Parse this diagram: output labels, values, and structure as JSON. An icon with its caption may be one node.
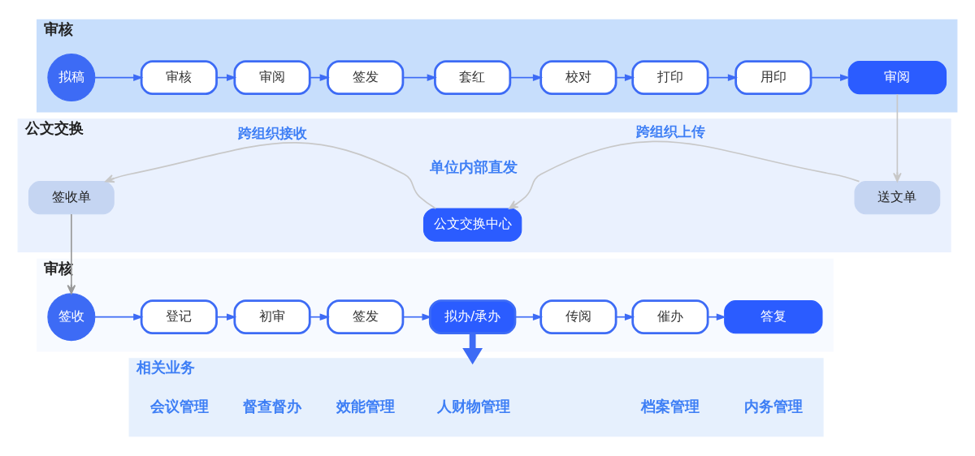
{
  "diagram": {
    "nodes": [
      {
        "text": [
          "审核"
        ]
      },
      {
        "text": [
          "拟稿"
        ],
        "in": 0
      },
      {
        "text": [
          "审核"
        ],
        "in": 0
      },
      {
        "text": [
          "审阅"
        ],
        "in": 0
      },
      {
        "text": [
          "签发"
        ],
        "in": 0
      },
      {
        "text": [
          "套红"
        ],
        "in": 0
      },
      {
        "text": [
          "校对"
        ],
        "in": 0
      },
      {
        "text": [
          "打印"
        ],
        "in": 0
      },
      {
        "text": [
          "用印"
        ],
        "in": 0
      },
      {
        "text": [
          "审阅"
        ],
        "in": 0
      },
      {
        "text": [
          "公文交换"
        ]
      },
      {
        "text": [
          "签收单"
        ],
        "in": 10
      },
      {
        "text": [
          "公文交换中心"
        ],
        "in": 10
      },
      {
        "text": [
          "送文单"
        ],
        "in": 10
      },
      {
        "text": [
          "审核"
        ]
      },
      {
        "text": [
          "签收"
        ],
        "in": 14
      },
      {
        "text": [
          "登记"
        ],
        "in": 14
      },
      {
        "text": [
          "初审"
        ],
        "in": 14
      },
      {
        "text": [
          "签发"
        ],
        "in": 14
      },
      {
        "text": [
          "拟办/承办"
        ],
        "in": 14
      },
      {
        "text": [
          "传阅"
        ],
        "in": 14
      },
      {
        "text": [
          "催办"
        ],
        "in": 14
      },
      {
        "text": [
          "答复"
        ],
        "in": 14
      },
      {
        "text": [
          "相关业务"
        ]
      }
    ],
    "edges": [
      {
        "from": 1,
        "to": 2,
        "arrow": "to"
      },
      {
        "from": 2,
        "to": 3,
        "arrow": "to"
      },
      {
        "from": 3,
        "to": 4,
        "arrow": "to"
      },
      {
        "from": 4,
        "to": 5,
        "arrow": "to"
      },
      {
        "from": 5,
        "to": 6,
        "arrow": "to"
      },
      {
        "from": 6,
        "to": 7,
        "arrow": "to"
      },
      {
        "from": 7,
        "to": 8,
        "arrow": "to"
      },
      {
        "from": 8,
        "to": 9,
        "arrow": "to"
      },
      {
        "from": 9,
        "to": 13,
        "arrow": "to",
        "color": "#c8c8c8"
      },
      {
        "from": 13,
        "to": 12,
        "arrow": "to",
        "label": "跨组织上传",
        "color": "#c8c8c8"
      },
      {
        "from": 12,
        "to": 11,
        "arrow": "to",
        "label": "跨组织接收",
        "color": "#c8c8c8"
      },
      {
        "from": 11,
        "to": 15,
        "arrow": "to",
        "color": "#999999"
      },
      {
        "from": 15,
        "to": 16,
        "arrow": "to"
      },
      {
        "from": 16,
        "to": 17,
        "arrow": "to"
      },
      {
        "from": 17,
        "to": 18,
        "arrow": "to"
      },
      {
        "from": 18,
        "to": 19,
        "arrow": "to"
      },
      {
        "from": 19,
        "to": 20,
        "arrow": "to"
      },
      {
        "from": 20,
        "to": 21,
        "arrow": "to"
      },
      {
        "from": 21,
        "to": 22,
        "arrow": "to"
      },
      {
        "from": 19,
        "to": 23,
        "arrow": "to",
        "style": "thick"
      }
    ],
    "labels": [
      "单位内部直发",
      "会议管理",
      "督查督办",
      "效能管理",
      "人财物管理",
      "档案管理",
      "内务管理"
    ]
  }
}
